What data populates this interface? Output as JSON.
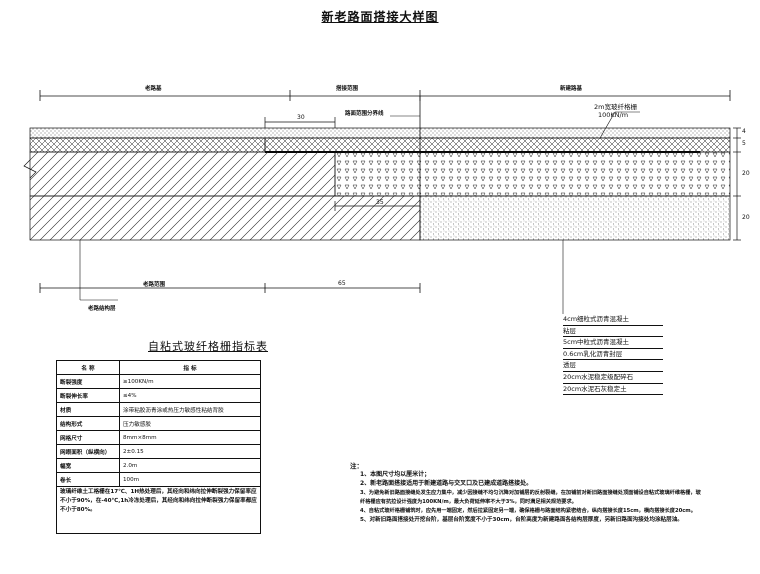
{
  "title": "新老路面搭接大样图",
  "drawing": {
    "top_labels": {
      "old_road": "老路基",
      "lap_zone": "搭接范围",
      "new_road": "新建路基"
    },
    "boundary_label": "路面范围分界线",
    "geogrid_label": "2m宽玻纤格栅",
    "geogrid_strength": "100KN/m",
    "dim_30": "30",
    "dim_35": "35",
    "dim_65": "65",
    "right_dims": [
      "4",
      "5",
      "20",
      "20"
    ],
    "bottom_label": "老路范围",
    "old_structure_label": "老路结构层"
  },
  "layers": [
    "4cm细粒式沥青混凝土",
    "粘层",
    "5cm中粒式沥青混凝土",
    "0.6cm乳化沥青封层",
    "透层",
    "20cm水泥稳定级配碎石",
    "20cm水泥石灰稳定土"
  ],
  "table": {
    "title": "自粘式玻纤格栅指标表",
    "header": [
      "名 称",
      "指 标"
    ],
    "rows": [
      [
        "断裂强度",
        "≥100KN/m"
      ],
      [
        "断裂伸长率",
        "≤4%"
      ],
      [
        "材质",
        "涂带粘胶沥青涂或热压力敏感性粘结背胶"
      ],
      [
        "结构形式",
        "压力敏感胶"
      ],
      [
        "网格尺寸",
        "8mm×8mm"
      ],
      [
        "网眼面积（纵横向）",
        "2±0.15"
      ],
      [
        "幅宽",
        "2.0m"
      ],
      [
        "卷长",
        "100m"
      ]
    ],
    "note": "玻璃纤维土工格栅在17℃、1H热处理后，其经向和纬向拉伸断裂强力保留率应不小于90%，在-40℃,1h冷冻处理后，其经向和纬向拉伸断裂强力保留率都应不小于80%。"
  },
  "notes": {
    "heading": "注：",
    "items": [
      "1、本图尺寸均以厘米计；",
      "2、新老路面搭接适用于新建道路与交叉口及已建成道路搭接处。",
      "3、为避免新旧路面接缝处发生应力集中，减少因接缝不均匀沉降对加铺层的反射裂缝，在加铺前对新旧路面接缝处顶面铺设自粘式玻璃纤维格栅，玻",
      "   纤格栅应有抗拉设计强度为100KN/m，最大负荷延伸率不大于3%，同时满足相关规范要求。",
      "4、自粘式玻纤格栅铺筑时，应先用一端固定，然后拉紧固定另一端，确保格栅与路面结构紧密结合，纵向搭接长度15cm，横向搭接长度20cm。",
      "5、对新旧路面搭接处开挖台阶，基层台阶宽度不小于30cm，台阶高度为新建路面各结构层厚度，另新旧路面沟接处均涂粘层油。"
    ]
  }
}
